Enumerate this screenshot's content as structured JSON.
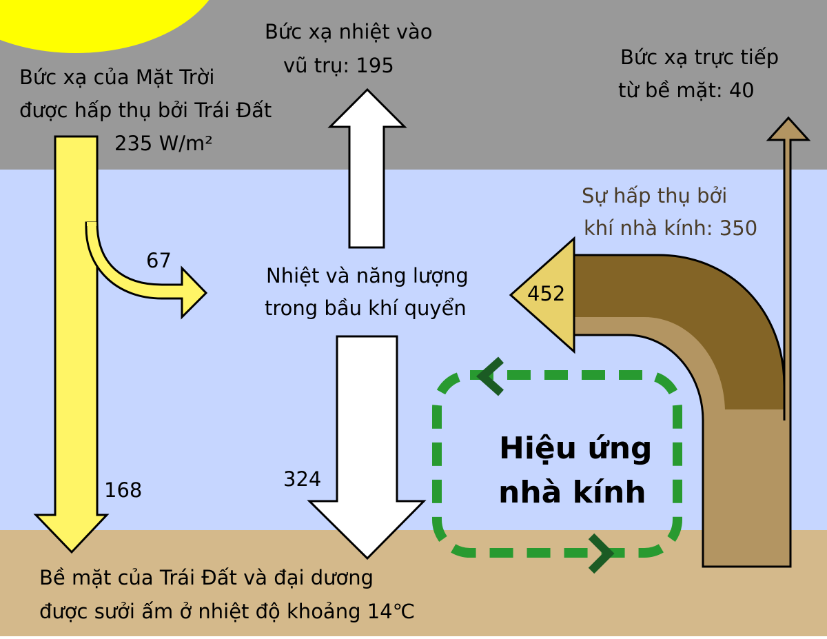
{
  "colors": {
    "space": "#999999",
    "atmosphere": "#c6d6ff",
    "surface": "#d4b98b",
    "sun": "#ffff00",
    "solar_arrow": "#fff566",
    "outgoing_arrow": "#ffffff",
    "ghg_dark": "#836426",
    "ghg_light": "#b39562",
    "ghg_head": "#e8d16a",
    "loop_green": "#289a30",
    "loop_chevron": "#1b5b24"
  },
  "labels": {
    "solar_line1": "Bức xạ của Mặt Trời",
    "solar_line2": "được hấp thụ bởi Trái Đất",
    "solar_value": "235 W/m²",
    "space_line1": "Bức xạ nhiệt vào",
    "space_line2": "vũ trụ: 195",
    "direct_line1": "Bức xạ trực tiếp",
    "direct_line2": "từ bề mặt: 40",
    "ghg_line1": "Sự hấp thụ bởi",
    "ghg_line2": "khí nhà kính: 350",
    "atm_line1": "Nhiệt và năng lượng",
    "atm_line2": "trong bầu khí quyển",
    "surface_line1": "Bề mặt của Trái Đất và đại dương",
    "surface_line2": "được sưởi ấm ở nhiệt độ khoảng 14℃",
    "greenhouse_line1": "Hiệu ứng",
    "greenhouse_line2": "nhà kính"
  },
  "values": {
    "atm_absorbed": "67",
    "surface_absorbed": "168",
    "back_radiation": "324",
    "surface_emission": "452"
  }
}
